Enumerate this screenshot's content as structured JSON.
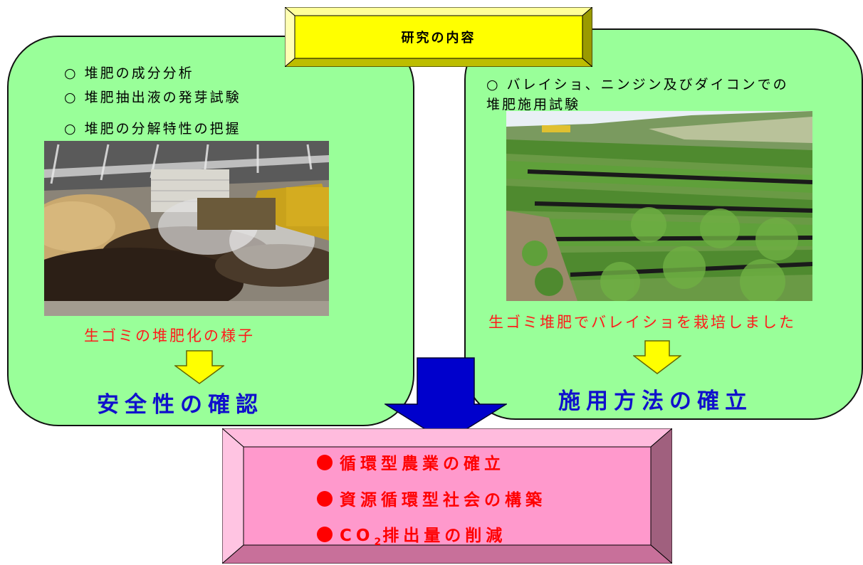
{
  "title": "研究の内容",
  "left_panel": {
    "bullets": [
      "○ 堆肥の成分分析",
      "○ 堆肥抽出液の発芽試験",
      "○ 堆肥の分解特性の把握"
    ],
    "caption": "生ゴミの堆肥化の様子",
    "conclusion": "安全性の確認"
  },
  "right_panel": {
    "bullets": [
      "○ バレイショ、ニンジン及びダイコンでの",
      "堆肥施用試験"
    ],
    "caption": "生ゴミ堆肥でバレイショを栽培しました",
    "conclusion": "施用方法の確立"
  },
  "results": {
    "items": [
      {
        "text": "循環型農業の確立"
      },
      {
        "text": "資源循環型社会の構築"
      },
      {
        "prefix": "CO",
        "subscript": "2",
        "suffix": "排出量の削減"
      }
    ]
  },
  "colors": {
    "panel_fill": "#99ff99",
    "title_fill": "#ffff00",
    "result_fill": "#ff99cc",
    "arrow_blue": "#0000cc",
    "small_arrow": "#ffff00",
    "caption_red": "#ff1a1a",
    "conclusion_blue": "#1010cc"
  }
}
